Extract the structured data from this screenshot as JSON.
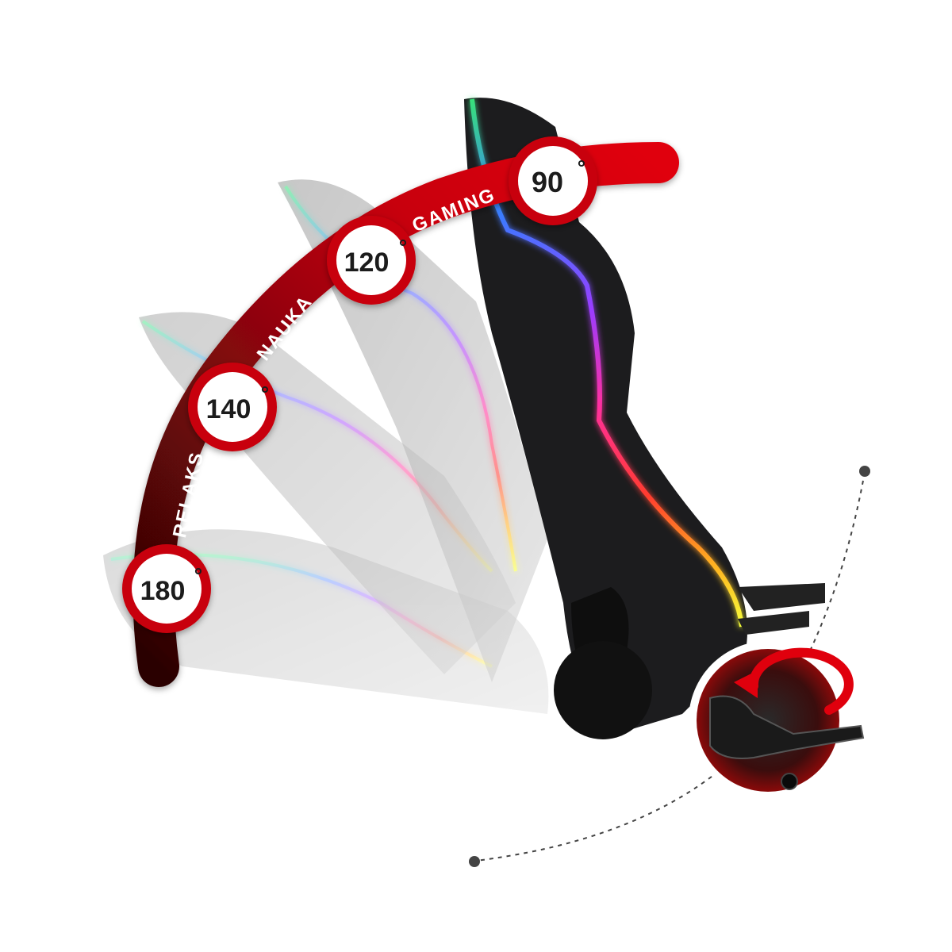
{
  "angles": [
    {
      "label": "90",
      "deg": "°"
    },
    {
      "label": "120",
      "deg": "°"
    },
    {
      "label": "140",
      "deg": "°"
    },
    {
      "label": "180",
      "deg": "°"
    }
  ],
  "modes": {
    "gaming": "GAMING",
    "nauka": "NAUKA",
    "relaks": "RELAKS"
  },
  "colors": {
    "arc_red": "#d8000c",
    "arc_dark": "#3a0a0a",
    "badge_ring": "#c8000a",
    "chair_body": "#1c1c1e",
    "rgb_strip": [
      "#37e07a",
      "#3a7bff",
      "#9b3cff",
      "#ff2fa0",
      "#ff3b2f",
      "#ffb020",
      "#f5ff3a"
    ]
  },
  "icons": [
    "rotate-arrow-icon",
    "recline-lever-icon"
  ]
}
